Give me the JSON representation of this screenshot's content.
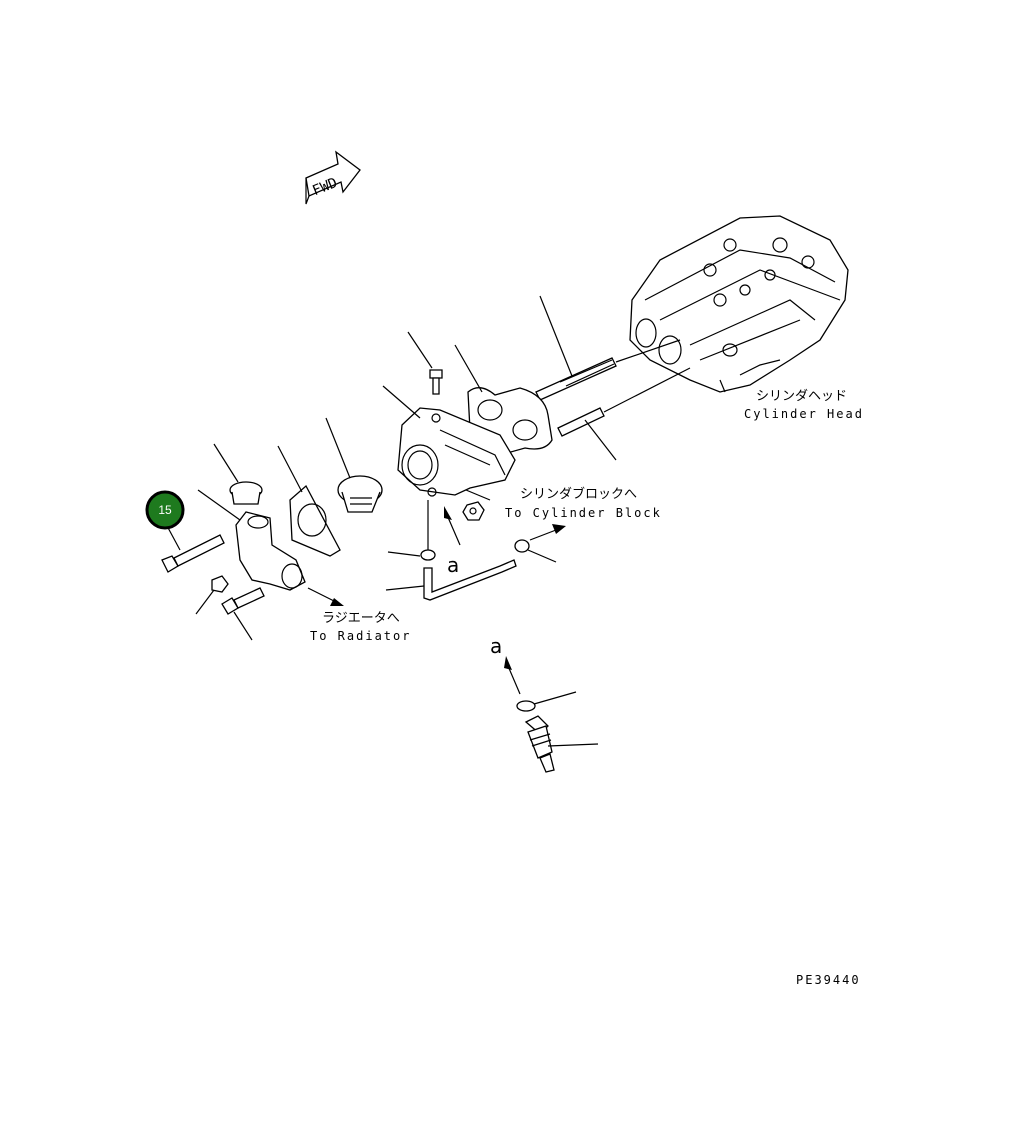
{
  "badge": {
    "number": "15",
    "color": "#1e7a1e",
    "ring": "#000000"
  },
  "fwd": {
    "text": "FWD"
  },
  "labels": {
    "cylinder_head_jp": "シリンダヘッド",
    "cylinder_head_en": "Cylinder Head",
    "cylinder_block_jp": "シリンダブロックへ",
    "cylinder_block_en": "To Cylinder Block",
    "radiator_jp": "ラジエータへ",
    "radiator_en": "To Radiator",
    "ref_a_1": "a",
    "ref_a_2": "a",
    "drawing_no": "PE39440"
  }
}
